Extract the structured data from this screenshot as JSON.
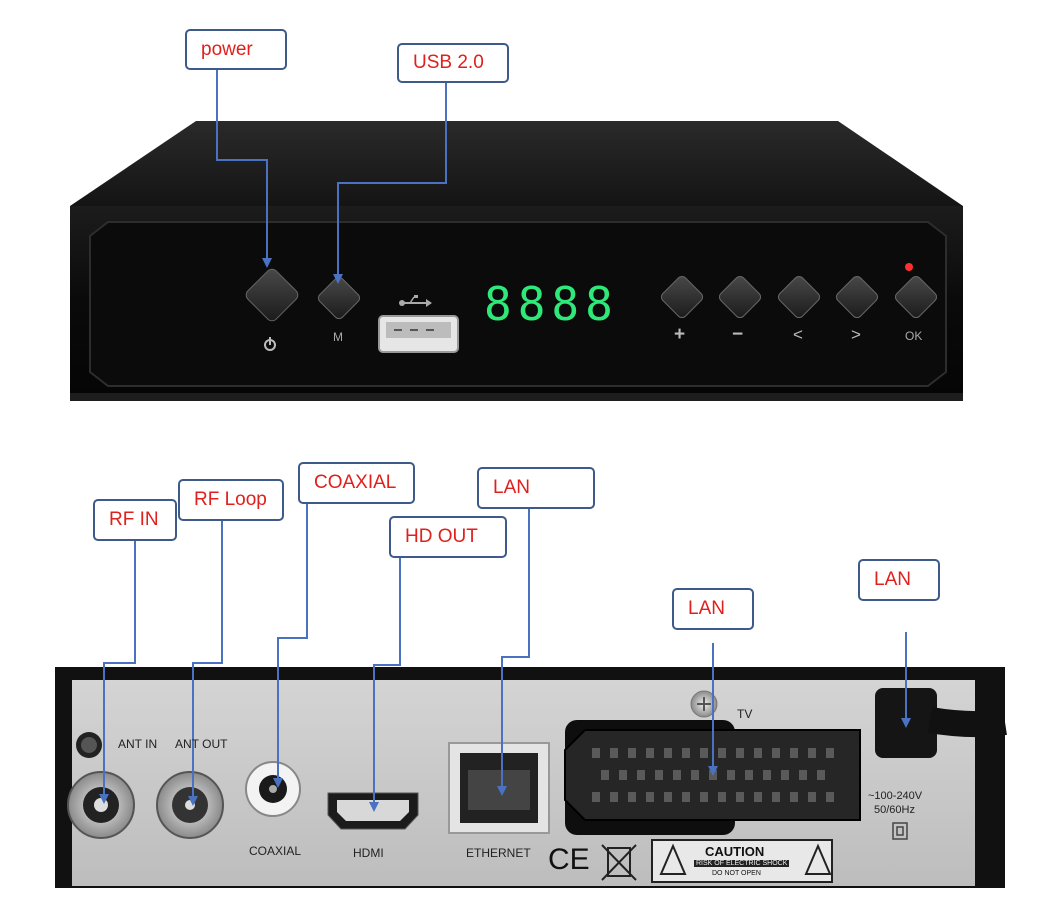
{
  "callouts": {
    "power": "power",
    "usb": "USB 2.0",
    "rf_in": "RF IN",
    "rf_loop": "RF Loop",
    "coaxial": "COAXIAL",
    "hd_out": "HD OUT",
    "lan_top": "LAN",
    "lan_middle": "LAN",
    "lan_right": "LAN"
  },
  "front_panel": {
    "display_digits": "8888",
    "button_labels": {
      "menu": "M",
      "plus": "+",
      "minus": "−",
      "left": "<",
      "right": ">",
      "ok": "OK"
    }
  },
  "rear_panel": {
    "port_labels": {
      "ant_in": "ANT IN",
      "ant_out": "ANT OUT",
      "coaxial": "COAXIAL",
      "hdmi": "HDMI",
      "ethernet": "ETHERNET",
      "tv": "TV",
      "voltage": "~100-240V",
      "frequency": "50/60Hz"
    },
    "marks": {
      "ce": "CE",
      "caution_title": "CAUTION",
      "caution_line1": "RISK OF ELECTRIC SHOCK",
      "caution_line2": "DO NOT OPEN"
    }
  },
  "colors": {
    "callout_text": "#e0201c",
    "callout_border": "#3d5a8a",
    "leader_line": "#4a72c0",
    "display": "#2ee87a"
  }
}
